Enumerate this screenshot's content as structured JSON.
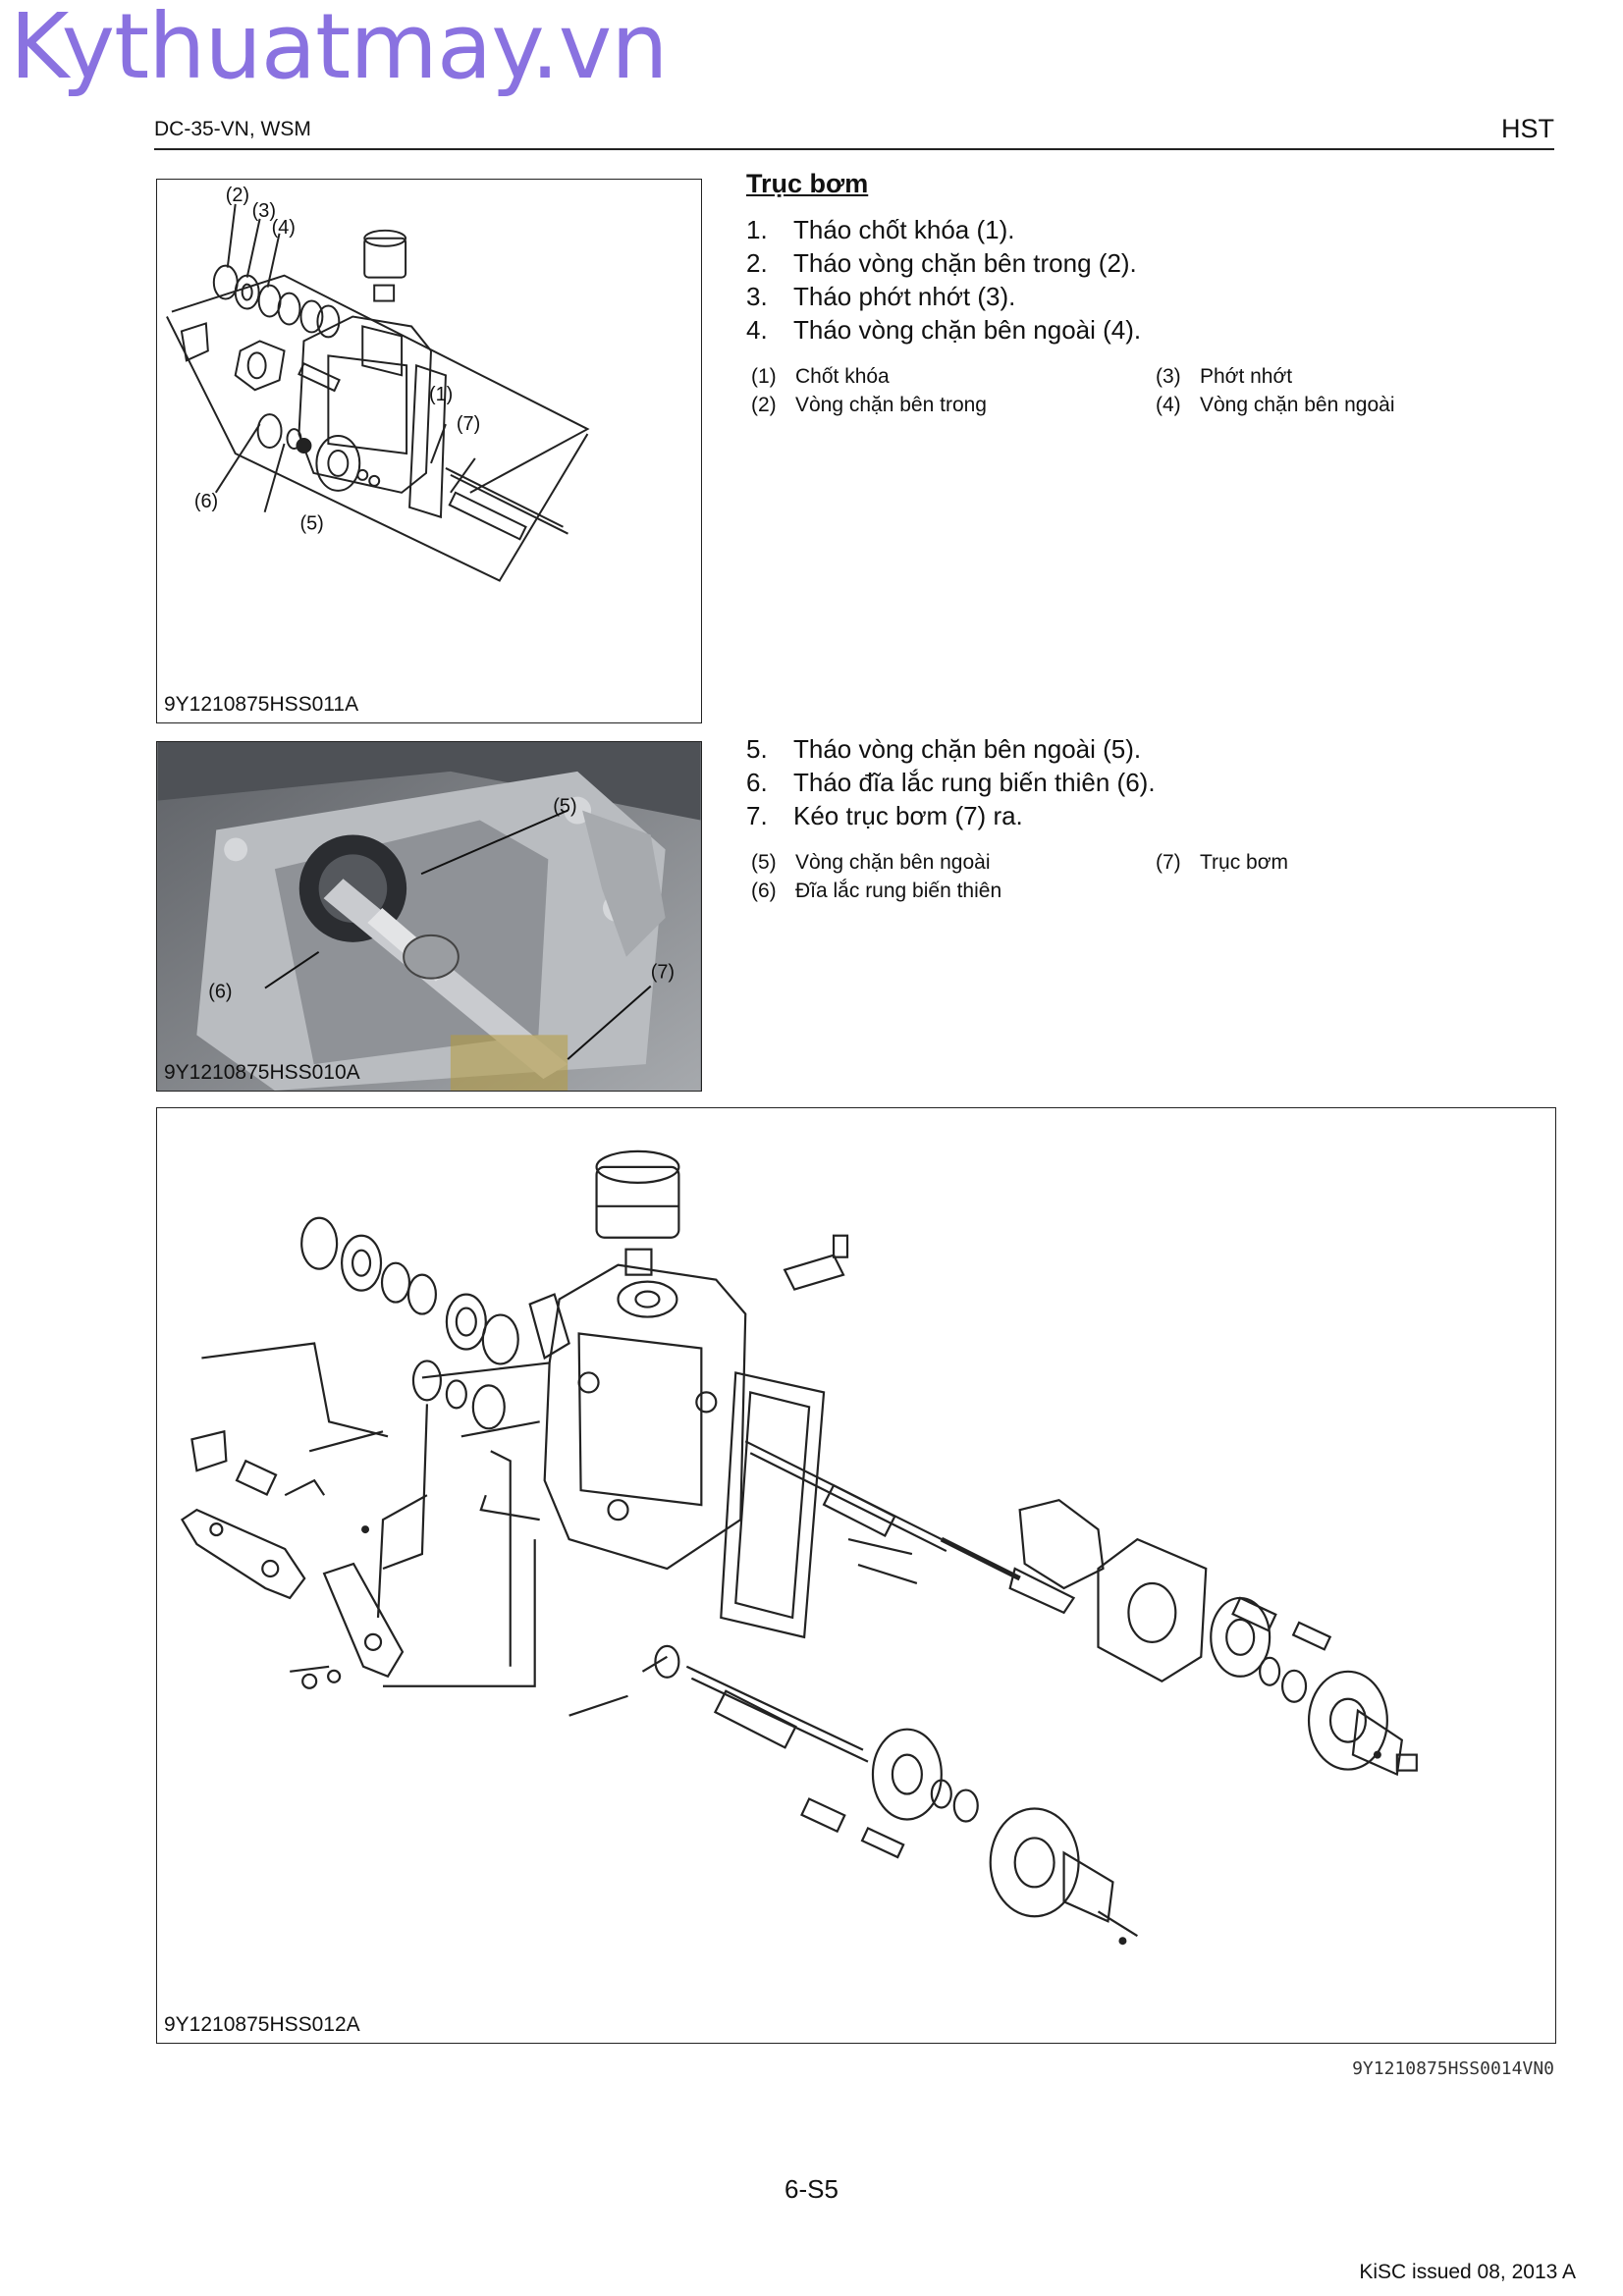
{
  "watermark": "Kythuatmay.vn",
  "header": {
    "doc_id": "DC-35-VN, WSM",
    "section": "HST"
  },
  "section_title": "Trục bơm",
  "steps_a": [
    {
      "num": "1.",
      "text": "Tháo chốt khóa (1)."
    },
    {
      "num": "2.",
      "text": "Tháo vòng chặn bên trong (2)."
    },
    {
      "num": "3.",
      "text": "Tháo phớt nhớt (3)."
    },
    {
      "num": "4.",
      "text": "Tháo vòng chặn bên ngoài (4)."
    }
  ],
  "legend_a": [
    {
      "key": "(1)",
      "label": "Chốt khóa"
    },
    {
      "key": "(2)",
      "label": "Vòng chặn bên trong"
    },
    {
      "key": "(3)",
      "label": "Phớt nhớt"
    },
    {
      "key": "(4)",
      "label": "Vòng chặn bên ngoài"
    }
  ],
  "steps_b": [
    {
      "num": "5.",
      "text": "Tháo vòng chặn bên ngoài (5)."
    },
    {
      "num": "6.",
      "text": "Tháo đĩa lắc rung biến thiên (6)."
    },
    {
      "num": "7.",
      "text": "Kéo trục bơm (7) ra."
    }
  ],
  "legend_b": [
    {
      "key": "(5)",
      "label": "Vòng chặn bên ngoài"
    },
    {
      "key": "(6)",
      "label": "Đĩa lắc rung biến thiên"
    },
    {
      "key": "(7)",
      "label": "Trục bơm"
    }
  ],
  "figures": {
    "fig1": {
      "code": "9Y1210875HSS011A",
      "callouts": [
        "(2)",
        "(3)",
        "(4)",
        "(1)",
        "(7)",
        "(6)",
        "(5)"
      ]
    },
    "fig2": {
      "code": "9Y1210875HSS010A",
      "callouts": [
        "(5)",
        "(6)",
        "(7)"
      ]
    },
    "fig3": {
      "code": "9Y1210875HSS012A"
    }
  },
  "reference_code": "9Y1210875HSS0014VN0",
  "page_number": "6-S5",
  "issued": "KiSC issued 08, 2013 A"
}
